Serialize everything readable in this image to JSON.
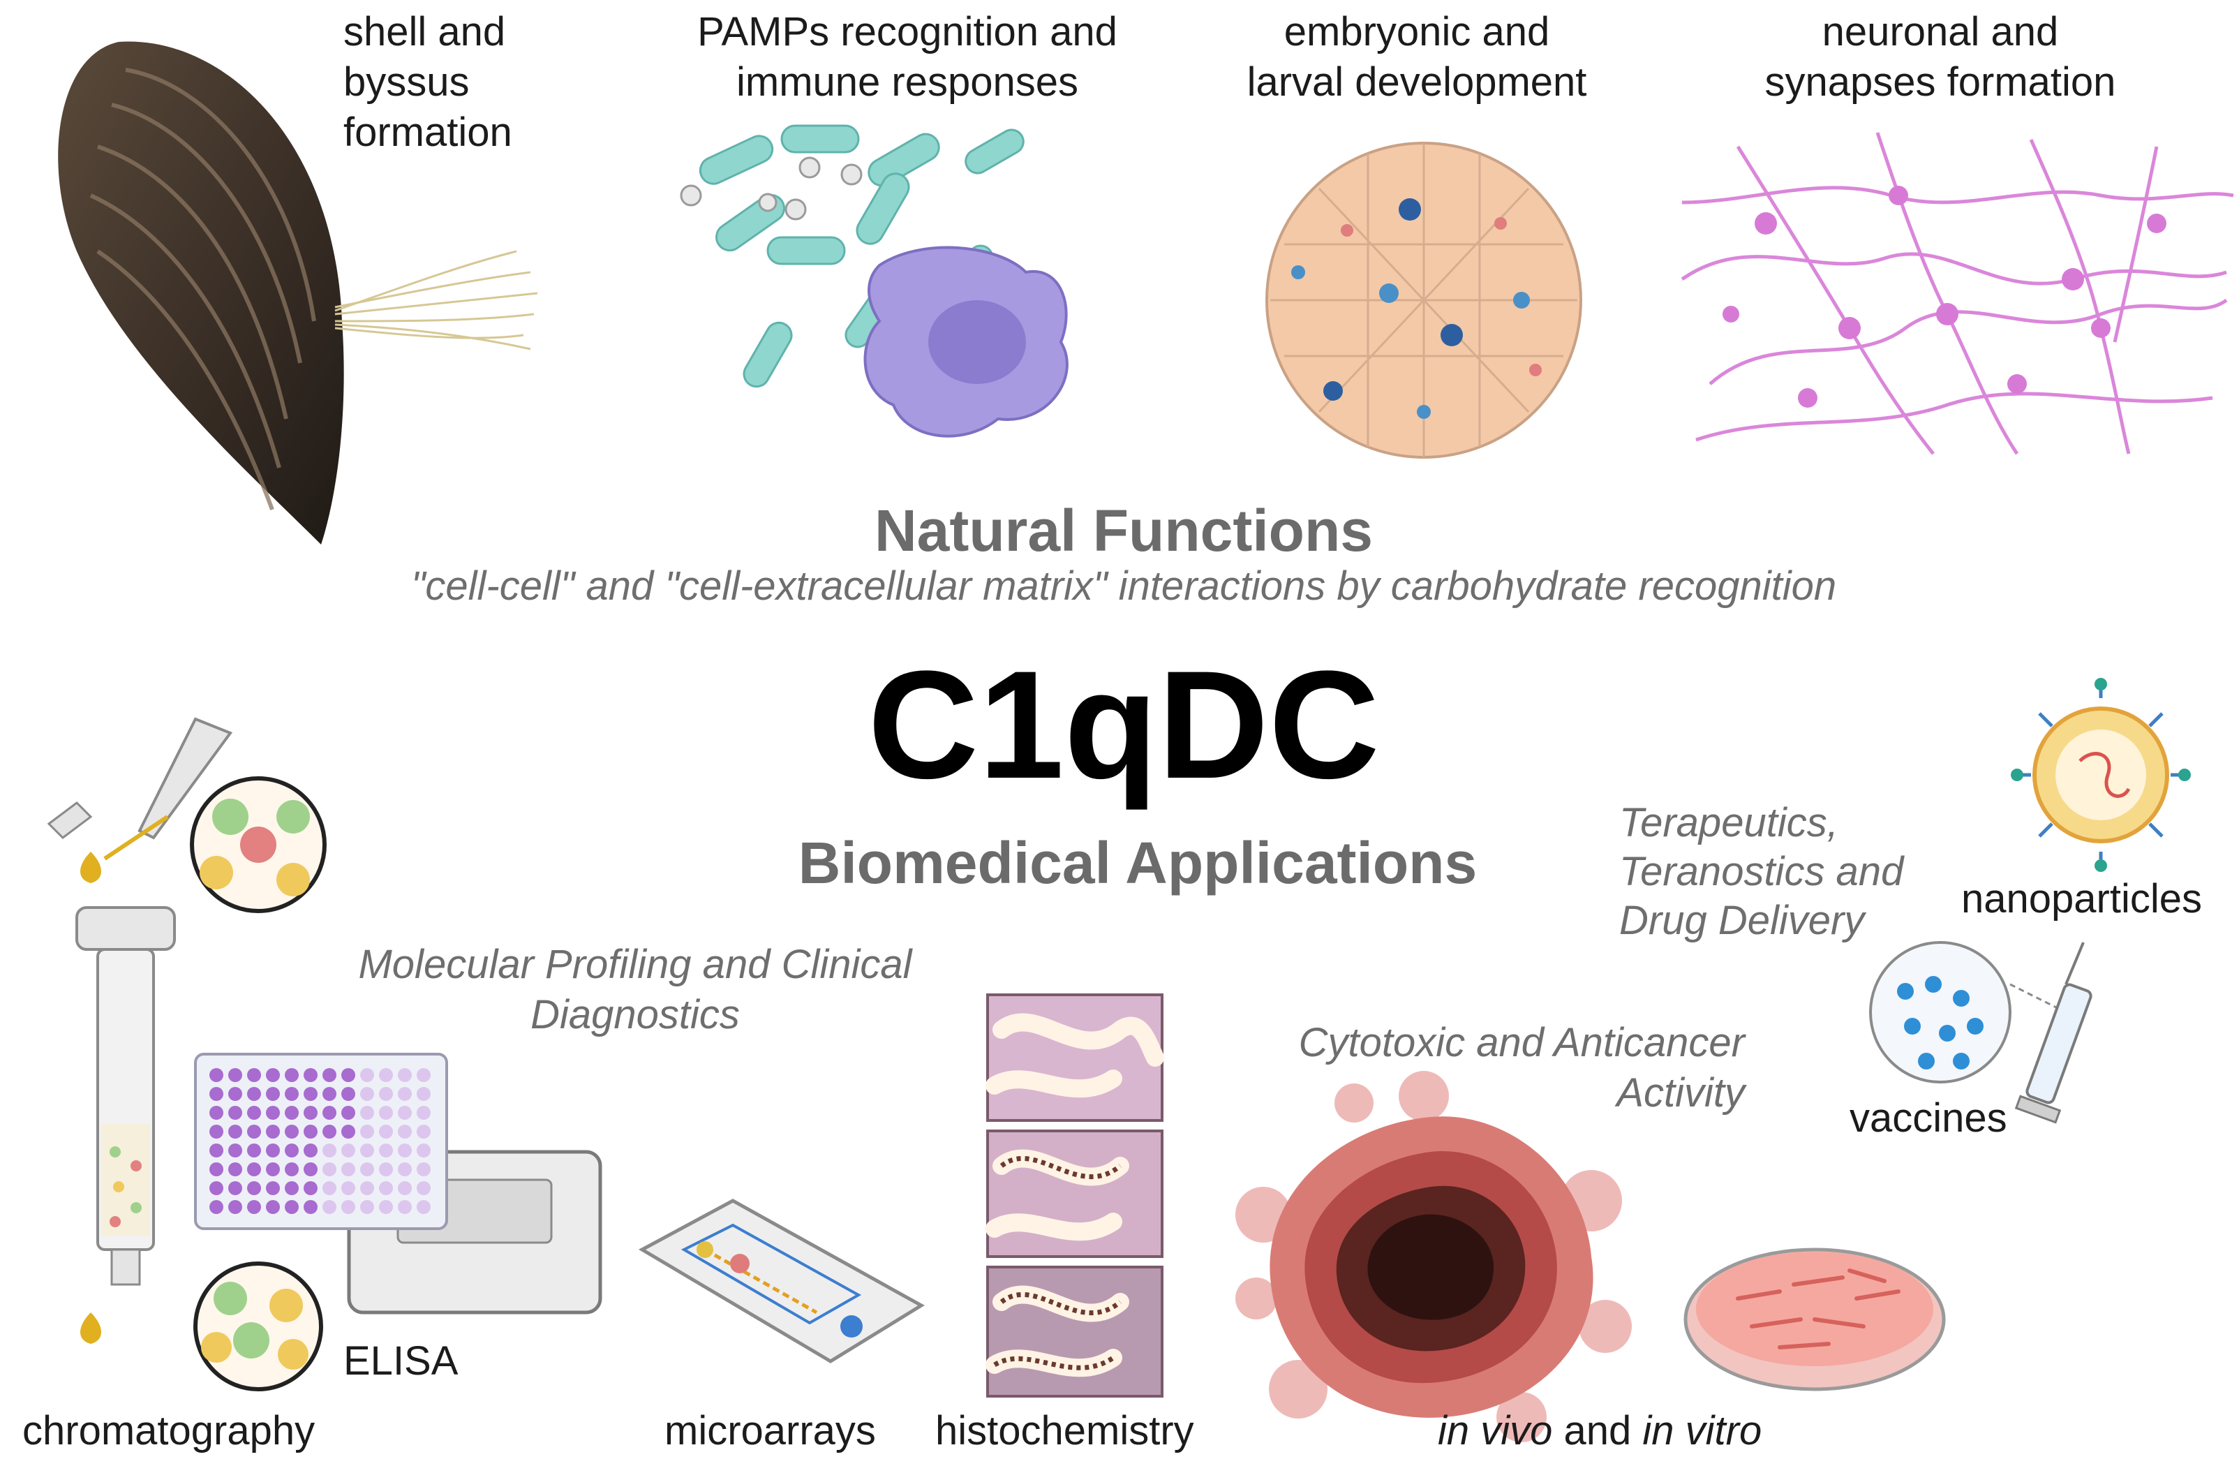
{
  "natural": {
    "heading": "Natural Functions",
    "subheading": "\"cell-cell\" and \"cell-extracellular matrix\" interactions by carbohydrate recognition",
    "items": [
      {
        "label": "shell and\nbyssus\nformation",
        "icon": "mussel-icon"
      },
      {
        "label": "PAMPs recognition and\nimmune responses",
        "icon": "bacteria-macrophage-icon"
      },
      {
        "label": "embryonic and\nlarval development",
        "icon": "embryo-icon"
      },
      {
        "label": "neuronal and\nsynapses formation",
        "icon": "neuron-network-icon"
      }
    ]
  },
  "center_title": "C1qDC",
  "biomedical": {
    "heading": "Biomedical Applications",
    "profiling_caption": "Molecular Profiling and Clinical\nDiagnostics",
    "cytotoxic_caption": "Cytotoxic and Anticancer\nActivity",
    "therapeutics_caption": "Terapeutics,\nTeranostics and\nDrug Delivery",
    "labels": {
      "chromatography": "chromatography",
      "elisa": "ELISA",
      "microarrays": "microarrays",
      "histochemistry": "histochemistry",
      "in_vivo": "in vivo",
      "and": " and ",
      "in_vitro": "in vitro",
      "nanoparticles": "nanoparticles",
      "vaccines": "vaccines"
    }
  },
  "colors": {
    "section_heading": "#6b6b6b",
    "caption": "#6e6e6e",
    "neuron": "#d77ad6",
    "bacteria": "#8fd6cf",
    "macrophage": "#a89ae0",
    "embryo": "#f3c9a8",
    "tumor": "#c9534f"
  }
}
